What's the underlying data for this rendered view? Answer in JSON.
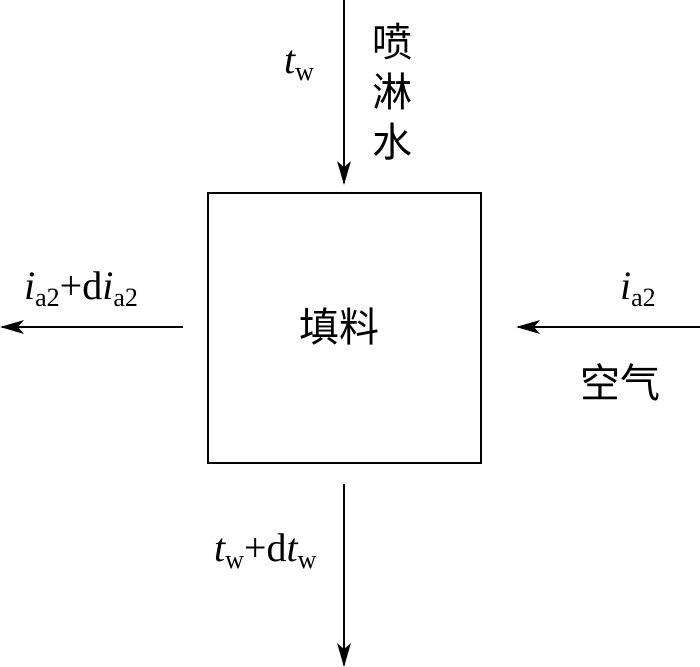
{
  "box": {
    "label": "填料"
  },
  "water_in": {
    "var": "t",
    "sub": "w",
    "chars": [
      "喷",
      "淋",
      "水"
    ]
  },
  "water_out": {
    "var": "t",
    "sub": "w",
    "plus": "+d",
    "var2": "t",
    "sub2": "w"
  },
  "air_in": {
    "var": "i",
    "sub": "a2",
    "label": "空气"
  },
  "air_out": {
    "var": "i",
    "sub": "a2",
    "plus": "+d",
    "var2": "i",
    "sub2": "a2"
  }
}
